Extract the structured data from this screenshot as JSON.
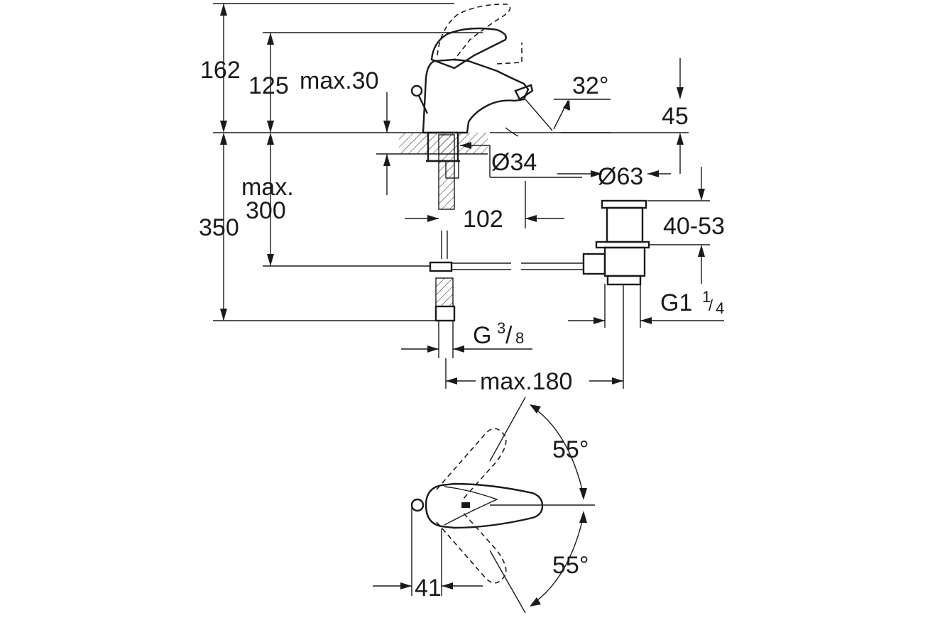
{
  "dimensions": {
    "total_height_top": "162",
    "spout_height": "125",
    "max_deck": "max.30",
    "spout_angle": "32°",
    "spout_gap": "45",
    "base_diameter": "Ø34",
    "waste_diameter": "Ø63",
    "max_below_line1": "max.",
    "max_below_line2": "300",
    "total_below": "350",
    "spout_reach": "102",
    "waste_range": "40-53",
    "waste_thread_prefix": "G1",
    "waste_thread_num": "1",
    "waste_thread_den": "4",
    "supply_thread_prefix": "G",
    "supply_thread_num": "3",
    "supply_thread_den": "8",
    "max_reach": "max.180",
    "rotation_angle_top": "55°",
    "rotation_angle_bottom": "55°",
    "lever_offset": "41"
  }
}
